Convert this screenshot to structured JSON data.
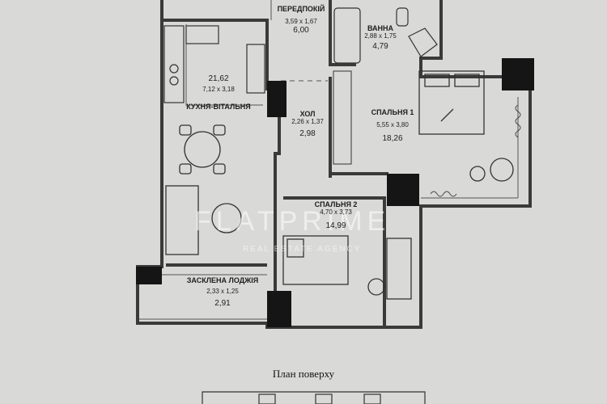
{
  "rooms": {
    "hallway_entry": {
      "name": "ПЕРЕДПОКІЙ",
      "dims": "3,59 x 1,67",
      "area": "6,00"
    },
    "bathroom": {
      "name": "ВАННА",
      "dims": "2,88 x 1,75",
      "area": "4,79"
    },
    "kitchen_living": {
      "name": "КУХНЯ-ВІТАЛЬНЯ",
      "dims": "7,12 x 3,18",
      "area": "21,62"
    },
    "corridor": {
      "name": "ХОЛ",
      "dims": "2,26 x 1,37",
      "area": "2,98"
    },
    "bedroom_1": {
      "name": "СПАЛЬНЯ 1",
      "dims": "5,55 x 3,80",
      "area": "18,26"
    },
    "bedroom_2": {
      "name": "СПАЛЬНЯ 2",
      "dims": "4,70 x 3,73",
      "area": "14,99"
    },
    "loggia": {
      "name": "ЗАСКЛЕНА ЛОДЖІЯ",
      "dims": "2,33 x 1,25",
      "area": "2,91"
    }
  },
  "watermark": {
    "brand": "FLATPRIME",
    "tagline": "REAL ESTATE AGENCY"
  },
  "caption": "План поверху",
  "colors": {
    "paper": "#d9d9d7",
    "wall": "#3a3a3a",
    "column": "#151515",
    "line": "#555555"
  }
}
